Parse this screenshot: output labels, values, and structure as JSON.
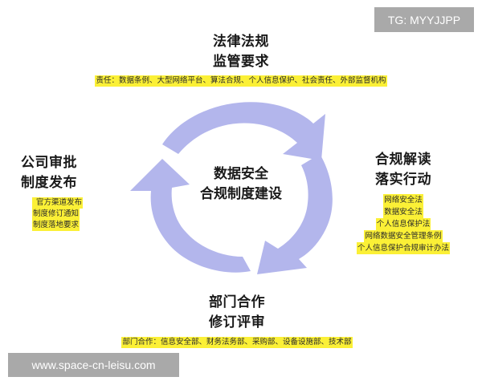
{
  "watermarks": {
    "top_right": "TG: MYYJJPP",
    "bottom_left": "www.space-cn-leisu.com"
  },
  "center": {
    "line1": "数据安全",
    "line2": "合规制度建设"
  },
  "colors": {
    "arrow": "#b3b6ec",
    "highlight": "#fbf036",
    "watermark_bg": "#a9a9a9"
  },
  "nodes": {
    "top": {
      "title1": "法律法规",
      "title2": "监管要求",
      "details": [
        "责任：数据条例、大型网络平台、算法合规、个人信息保护、社会责任、外部监督机构"
      ]
    },
    "right": {
      "title1": "合规解读",
      "title2": "落实行动",
      "details": [
        "网络安全法",
        "数据安全法",
        "个人信息保护法",
        "网络数据安全管理条例",
        "个人信息保护合规审计办法"
      ]
    },
    "bottom": {
      "title1": "部门合作",
      "title2": "修订评审",
      "details": [
        "部门合作：信息安全部、财务法务部、采购部、设备设施部、技术部"
      ]
    },
    "left": {
      "title1": "公司审批",
      "title2": "制度发布",
      "details": [
        "官方渠道发布",
        "制度修订通知",
        "制度落地要求"
      ]
    }
  }
}
